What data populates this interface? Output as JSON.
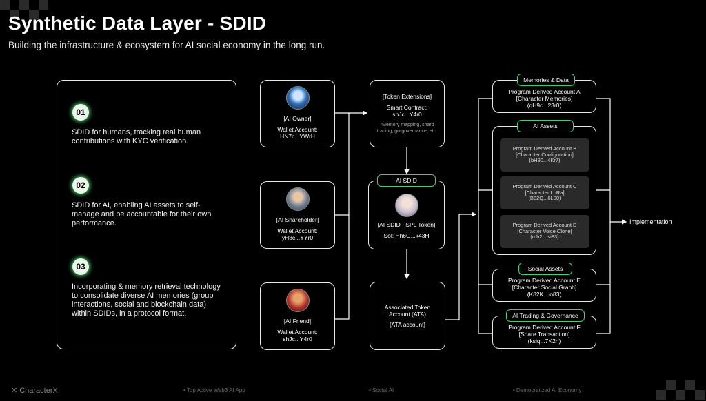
{
  "header": {
    "title": "Synthetic Data Layer - SDID",
    "subtitle": "Building the infrastructure & ecosystem for AI social economy in the long run."
  },
  "points": [
    {
      "num": "01",
      "text": "SDID for humans, tracking real human contributions with KYC verification."
    },
    {
      "num": "02",
      "text": "SDID for AI,  enabling AI assets to self-manage and be accountable for their own performance."
    },
    {
      "num": "03",
      "text": "Incorporating & memory retrieval technology to consolidate diverse AI memories (group interactions, social and blockchain data) within SDIDs, in a protocol format."
    }
  ],
  "wallets": [
    {
      "role": "[AI Owner]",
      "account_label": "Wallet Account:",
      "account": "HN7c...YWrH"
    },
    {
      "role": "[AI Shareholder]",
      "account_label": "Wallet Account:",
      "account": "yH8c...YYr0"
    },
    {
      "role": "[AI Friend]",
      "account_label": "Wallet Account:",
      "account": "shJc...Y4r0"
    }
  ],
  "token_ext": {
    "title": "[Token Extensions]",
    "contract_label": "Smart Contract:",
    "contract": "shJc...Y4r0",
    "note": "*Memory mapping, shard trading, go-governance, etc."
  },
  "sdid": {
    "tag": "AI SDID",
    "token": "[AI SDID - SPL Token]",
    "sol": "Sol: Hh6G...k43H"
  },
  "ata": {
    "title": "Associated Token Account (ATA)",
    "sub": "[ATA account]"
  },
  "groups": [
    {
      "tag": "Memories & Data",
      "items": [
        {
          "line1": "Program Derived Account A",
          "line2": "[Character Memories]",
          "line3": "(qH9c...23r0)"
        }
      ]
    },
    {
      "tag": "AI Assets",
      "items": [
        {
          "line1": "Program Derived Account B",
          "line2": "[Character Configuration]",
          "line3": "(bH90...4Kr7)"
        },
        {
          "line1": "Program Derived Account C",
          "line2": "[Character LoRa]",
          "line3": "(B82Q...6L00)"
        },
        {
          "line1": "Program Derived Account D",
          "line2": "[Character Voice Clone]",
          "line3": "(mb2i...si83)"
        }
      ]
    },
    {
      "tag": "Social Assets",
      "items": [
        {
          "line1": "Program Derived Account E",
          "line2": "[Character Social Graph]",
          "line3": "(K82K...io83)"
        }
      ]
    },
    {
      "tag": "AI Trading & Governance",
      "items": [
        {
          "line1": "Program Derived Account F",
          "line2": "[Share Transaction]",
          "line3": "(ksiq...7K2n)"
        }
      ]
    }
  ],
  "implementation": "Implementation",
  "footer": {
    "logo": "CharacterX",
    "items": [
      "Top Active Web3 AI App",
      "Social AI",
      "Democratized AI Economy"
    ]
  },
  "colors": {
    "accent": "#36d67a",
    "background": "#000000",
    "panel_border": "#e8e8e8",
    "sub_fill": "#2a2a2a"
  }
}
